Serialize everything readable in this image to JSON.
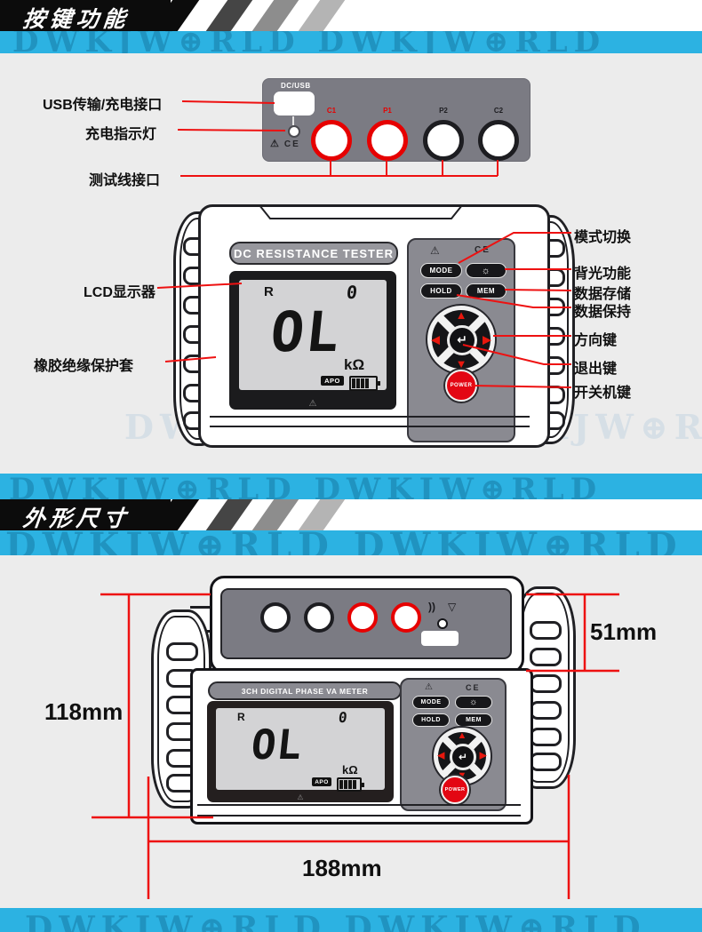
{
  "watermark": "DWKJW⊕RLD  DWKJW⊕RLD",
  "section1": {
    "title": "按键功能",
    "labels": {
      "usb_port": "USB传输/充电接口",
      "charge_indicator": "充电指示灯",
      "test_leads": "测试线接口",
      "lcd_display": "LCD显示器",
      "rubber_sleeve": "橡胶绝缘保护套",
      "mode_switch": "模式切换",
      "backlight": "背光功能",
      "data_storage": "数据存储",
      "data_hold": "数据保持",
      "direction_keys": "方向键",
      "exit_key": "退出键",
      "power_key": "开关机键"
    }
  },
  "device": {
    "top_panel": {
      "port_caption": "DC/USB",
      "connectors": [
        "C1",
        "P1",
        "P2",
        "C2"
      ],
      "warning_icon": "⚠",
      "ce_mark": "CE"
    },
    "front": {
      "brand_title": "DC RESISTANCE TESTER",
      "warning_icon": "⚠",
      "ce_mark": "CE",
      "lcd": {
        "quantity": "R",
        "aux_digit": "0",
        "reading": "OL",
        "unit": "kΩ",
        "apo": "APO",
        "warning_icon": "⚠"
      },
      "buttons": {
        "mode": "MODE",
        "backlight_icon": "☼",
        "hold": "HOLD",
        "mem": "MEM",
        "power": "POWER",
        "enter_icon": "↵"
      },
      "dpad": {
        "up": "▲",
        "right": "▶",
        "down": "▼",
        "left": "◀"
      }
    }
  },
  "section2": {
    "title": "外形尺寸",
    "device_title": "3CH DIGITAL PHASE VA METER",
    "sound_icon": "))",
    "tilt_icon": "▽",
    "dimensions": {
      "height": "118mm",
      "depth": "51mm",
      "width": "188mm"
    }
  }
}
